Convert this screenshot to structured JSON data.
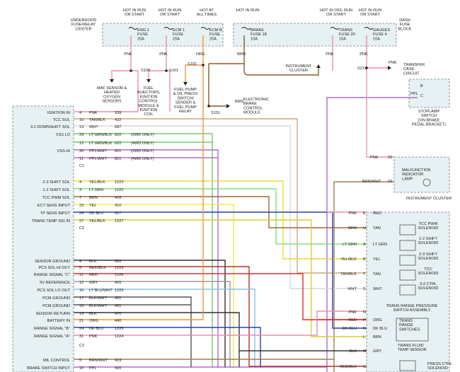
{
  "underhood": {
    "title_lines": [
      "UNDERHOOD",
      "FUSE/RELAY",
      "CENTER"
    ]
  },
  "dash": {
    "title_lines": [
      "DASH",
      "FUSE",
      "BLOCK"
    ]
  },
  "fuses": [
    {
      "hot": [
        "HOT IN RUN",
        "OR START"
      ],
      "name": [
        "ENG 1",
        "FUSE",
        "20A"
      ],
      "wire": "PNK"
    },
    {
      "hot": [
        "HOT IN RUN",
        "OR START"
      ],
      "name": [
        "ECM 1",
        "FUSE",
        "20A"
      ],
      "wire": "PNK"
    },
    {
      "hot": [
        "HOT AT",
        "ALL TIMES"
      ],
      "name": [
        "ECM B",
        "FUSE",
        "20A"
      ],
      "wire": "ORG"
    },
    {
      "hot": [
        "HOT IN RUN"
      ],
      "name": [
        "BRAKE",
        "FUSE 18",
        "10A"
      ],
      "wire": "BRN"
    },
    {
      "hot": [
        "HOT IN OFF, RUN",
        "OR START"
      ],
      "name": [
        "TRANS",
        "FUSE 20",
        "10A"
      ],
      "wire": "PNK"
    },
    {
      "hot": [
        "HOT IN RUN",
        "OR START"
      ],
      "name": [
        "GAUGES",
        "FUSE 4",
        "10A"
      ],
      "wire": "PNK"
    }
  ],
  "splices": [
    "S108",
    "S161",
    "S101",
    "S151",
    "S213"
  ],
  "loads": {
    "maf": [
      "MAF SENSOR &",
      "HEATED",
      "OXYGEN",
      "SENSORS"
    ],
    "fuel_inj": [
      "FUEL",
      "INJECTORS,",
      "IGNITION",
      "CONTROL",
      "MODULE &",
      "IGNITION",
      "COIL"
    ],
    "fuel_pump": [
      "FUEL PUMP",
      "& OIL PRESS",
      "SWITCH/",
      "SENDER &",
      "FUEL PUMP",
      "RELAY"
    ],
    "ebcm": [
      "ELECTRONIC",
      "BRAKE",
      "CONTROL",
      "MODULE"
    ],
    "instrument": [
      "INSTRUMENT",
      "CLUSTER"
    ],
    "transfer": [
      "TRANSFER",
      "CASE",
      "CIRCUIT"
    ],
    "stoplamp": [
      "STOPLAMP",
      "SWITCH",
      "(ON BRAKE",
      "PEDAL BRACKET)"
    ],
    "mil": [
      "MALFUNCTION",
      "INDICATOR",
      "LAMP"
    ],
    "ic_title": "INSTRUMENT CLUSTER"
  },
  "misc_labels": {
    "pnk": "PNK",
    "ppl": "PPL",
    "brn": "BRN",
    "org": "ORG",
    "pin_b": "B",
    "pin_c": "C",
    "pin_22": "22",
    "pin_23": "23",
    "brnwht": "BRN/WHT"
  },
  "pcm_pins": [
    {
      "label": "IGNITION IN",
      "pin": "4",
      "color": "PNK",
      "circuit": "539"
    },
    {
      "label": "TCC SOL",
      "pin": "10",
      "color": "TAN/BLK",
      "circuit": "422"
    },
    {
      "label": "3-2 DOWNSHIFT SOL",
      "pin": "13",
      "color": "WHT",
      "circuit": "687"
    },
    {
      "label": "VSS LO",
      "pin": "29",
      "color": "LT GRN/BLK",
      "circuit": "622",
      "note": "(2WD ONLY)"
    },
    {
      "label": "",
      "pin": "12",
      "color": "LT GRN/BLK",
      "circuit": "622",
      "note": "(4WD ONLY)"
    },
    {
      "label": "VSS HI",
      "pin": "30",
      "color": "PPL/WHT",
      "circuit": "821",
      "note": "(2WD ONLY)"
    },
    {
      "label": "",
      "pin": "11",
      "color": "PPL/WHT",
      "circuit": "821",
      "note": "(4WD ONLY)"
    },
    {
      "label": "2-3 SHIFT SOL",
      "pin": "4",
      "color": "YEL/BLK",
      "circuit": "1223"
    },
    {
      "label": "1-2 SHIFT SOL",
      "pin": "3",
      "color": "LT GRN",
      "circuit": "1222"
    },
    {
      "label": "TCC PWM SOL",
      "pin": "7",
      "color": "BRN",
      "circuit": "418"
    },
    {
      "label": "ECT SENS INPUT",
      "pin": "23",
      "color": "YEL",
      "circuit": "410"
    },
    {
      "label": "TP SENS INPUT",
      "pin": "24",
      "color": "DK BLU",
      "circuit": "417"
    },
    {
      "label": "TRANS TEMP SIG IN",
      "pin": "27",
      "color": "YEL/BLK",
      "circuit": "1227"
    },
    {
      "label": "SENSOR GROUND",
      "pin": "4",
      "color": "BLK",
      "circuit": "452"
    },
    {
      "label": "PCS SOL HI OUT",
      "pin": "5",
      "color": "RED/BLK",
      "circuit": "1229"
    },
    {
      "label": "RANGE SIGNAL \"C\"",
      "pin": "11",
      "color": "RED",
      "circuit": "1226"
    },
    {
      "label": "5V REFERENCE",
      "pin": "12",
      "color": "GRY",
      "circuit": "416"
    },
    {
      "label": "PCS SOL LO OUT",
      "pin": "16",
      "color": "LT BLU/WHT",
      "circuit": "1229"
    },
    {
      "label": "PCM GROUND",
      "pin": "17",
      "color": "BLK/WHT",
      "circuit": "451"
    },
    {
      "label": "PCM GROUND",
      "pin": "18",
      "color": "BLK/WHT",
      "circuit": "451"
    },
    {
      "label": "SENSOR RETURN",
      "pin": "19",
      "color": "BLK",
      "circuit": "470"
    },
    {
      "label": "BATTERY IN",
      "pin": "21",
      "color": "ORG",
      "circuit": "440"
    },
    {
      "label": "RANGE SIGNAL \"B\"",
      "pin": "24",
      "color": "DK BLU",
      "circuit": "1225"
    },
    {
      "label": "RANGE SIGNAL \"A\"",
      "pin": "31",
      "color": "PNK",
      "circuit": "1224"
    },
    {
      "label": "MIL CONTROL",
      "pin": "5",
      "color": "BRN/WHT",
      "circuit": "419"
    },
    {
      "label": "BRAKE SWITCH INPUT",
      "pin": "10",
      "color": "PPL",
      "circuit": "420"
    }
  ],
  "connectors": [
    "C1",
    "C2",
    "C2"
  ],
  "trans_pins": [
    {
      "wire": "PNK",
      "pin": "E",
      "color": "RED"
    },
    {
      "wire": "BRN",
      "pin": "U",
      "color": "TAN"
    },
    {
      "wire": "LT GRN",
      "pin": "A",
      "color": "LT GRN"
    },
    {
      "wire": "YEL/BLK",
      "pin": "B",
      "color": "YEL"
    },
    {
      "wire": "TAN/BLK",
      "pin": "T",
      "color": "TAN"
    },
    {
      "wire": "WHT",
      "pin": "S",
      "color": "WHT"
    },
    {
      "wire": "PNK",
      "pin": "N",
      "color": ""
    },
    {
      "wire": "RED",
      "pin": "P",
      "color": "ORG"
    },
    {
      "wire": "DK BLU",
      "pin": "R",
      "color": "DK BLU"
    },
    {
      "wire": "",
      "pin": "L",
      "color": "BRN"
    },
    {
      "wire": "BLK",
      "pin": "M",
      "color": "GRY"
    },
    {
      "wire": "RED/BLK",
      "pin": "C",
      "color": ""
    }
  ],
  "solenoids": [
    [
      "TCC PWM",
      "SOLENOID"
    ],
    [
      "1-2 SHIFT",
      "SOLENOID"
    ],
    [
      "2-3 SHIFT",
      "SOLENOID"
    ],
    [
      "TCC",
      "SOLENOID"
    ],
    [
      "3-2 CTRL",
      "SOLENOID"
    ]
  ],
  "range_switch": {
    "title": [
      "TRANS RANGE PRESSURE",
      "SWITCH ASSEMBLY"
    ],
    "switches": [
      "TRANS",
      "RANGE",
      "SWITCHES"
    ],
    "temp": [
      "TRANS FLUID",
      "TEMP SENSOR"
    ],
    "pcs": [
      "PRESS CTRL",
      "SOLENOID"
    ]
  }
}
